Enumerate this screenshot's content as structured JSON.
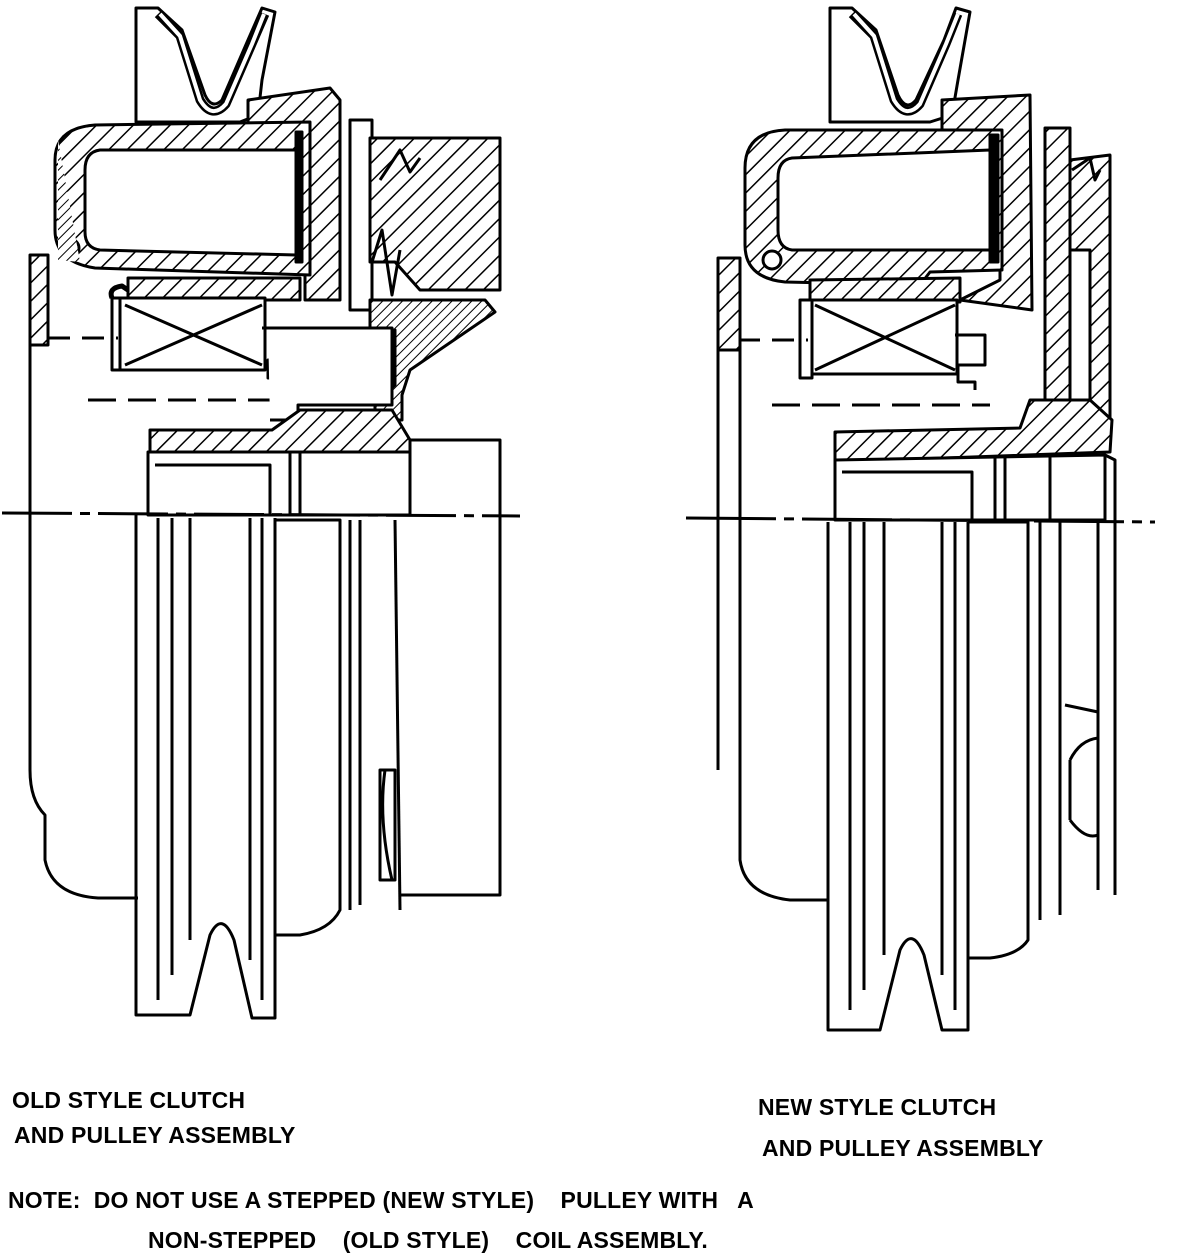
{
  "diagram": {
    "left_assembly": {
      "caption_line1": "OLD STYLE CLUTCH",
      "caption_line2": "AND PULLEY ASSEMBLY"
    },
    "right_assembly": {
      "caption_line1": "NEW STYLE CLUTCH",
      "caption_line2": "AND PULLEY ASSEMBLY"
    },
    "note": {
      "line1": "NOTE:  DO NOT USE A STEPPED (NEW STYLE)    PULLEY WITH   A",
      "line2": "NON-STEPPED    (OLD STYLE)    COIL ASSEMBLY."
    }
  }
}
